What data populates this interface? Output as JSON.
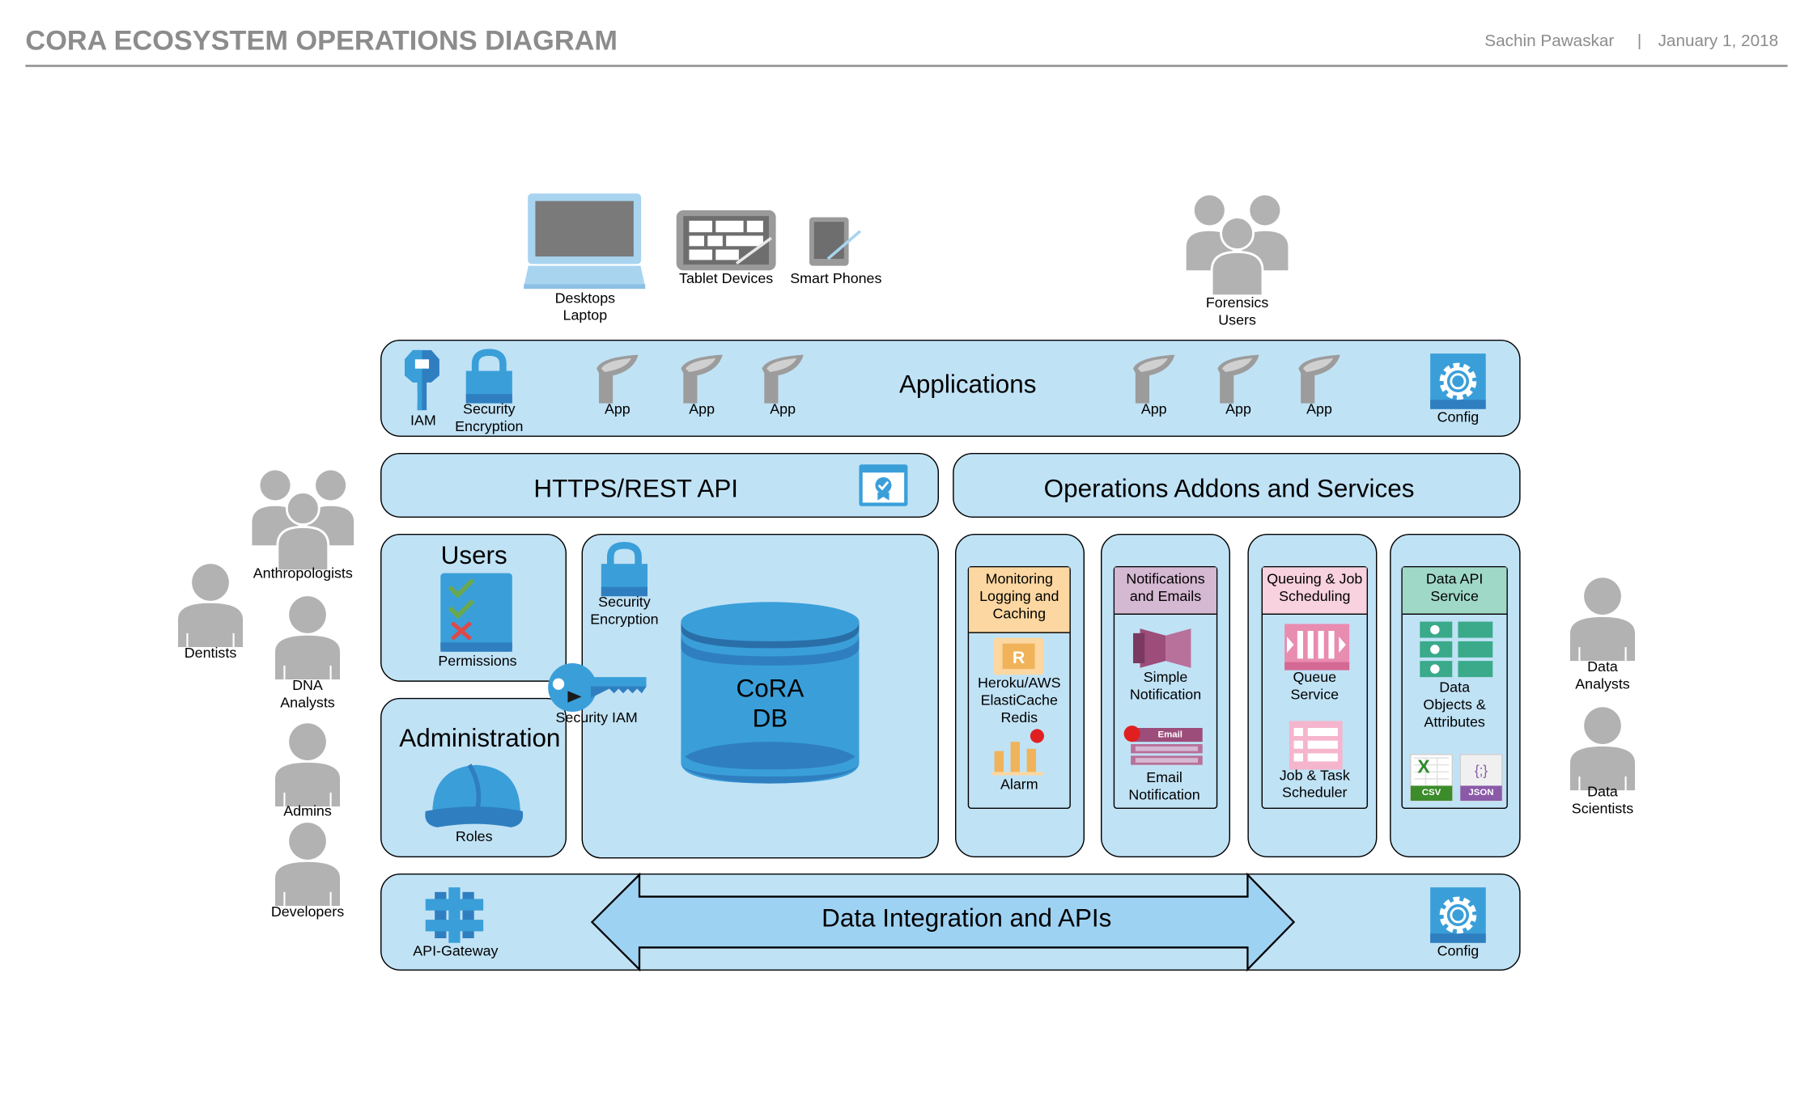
{
  "header": {
    "title": "CORA ECOSYSTEM OPERATIONS DIAGRAM",
    "author": "Sachin Pawaskar",
    "separator": "|",
    "date": "January 1, 2018"
  },
  "devices": {
    "desktop_line1": "Desktops",
    "desktop_line2": "Laptop",
    "tablet": "Tablet Devices",
    "phone": "Smart Phones"
  },
  "forensics": {
    "line1": "Forensics",
    "line2": "Users"
  },
  "applications": {
    "title": "Applications",
    "iam": "IAM",
    "security_line1": "Security",
    "security_line2": "Encryption",
    "app": "App",
    "config": "Config"
  },
  "https": {
    "title": "HTTPS/REST API"
  },
  "operations": {
    "title": "Operations Addons and Services"
  },
  "users_box": {
    "title": "Users",
    "permissions": "Permissions"
  },
  "admin_box": {
    "title": "Administration",
    "roles": "Roles"
  },
  "db_box": {
    "security_line1": "Security",
    "security_line2": "Encryption",
    "security_iam": "Security IAM",
    "db_line1": "CoRA",
    "db_line2": "DB"
  },
  "monitoring": {
    "h1": "Monitoring",
    "h2": "Logging and",
    "h3": "Caching",
    "b1": "Heroku/AWS",
    "b2": "ElastiCache",
    "b3": "Redis",
    "alarm": "Alarm"
  },
  "notifications": {
    "h1": "Notifications",
    "h2": "and Emails",
    "simple1": "Simple",
    "simple2": "Notification",
    "email_badge": "Email",
    "email1": "Email",
    "email2": "Notification"
  },
  "queuing": {
    "h1": "Queuing & Job",
    "h2": "Scheduling",
    "queue1": "Queue",
    "queue2": "Service",
    "job1": "Job & Task",
    "job2": "Scheduler"
  },
  "dataapi": {
    "h1": "Data API",
    "h2": "Service",
    "d1": "Data",
    "d2": "Objects &",
    "d3": "Attributes",
    "csv": "CSV",
    "json": "JSON",
    "json_glyph": "{;}"
  },
  "integration": {
    "title": "Data Integration and APIs",
    "gateway": "API-Gateway",
    "config": "Config"
  },
  "people_left": {
    "anthropologists": "Anthropologists",
    "dentists": "Dentists",
    "dna1": "DNA",
    "dna2": "Analysts",
    "admins": "Admins",
    "developers": "Developers"
  },
  "people_right": {
    "da1": "Data",
    "da2": "Analysts",
    "ds1": "Data",
    "ds2": "Scientists"
  },
  "colors": {
    "panel": "#c0e2f5",
    "aws_blue": "#3a9fd9",
    "monitoring_header": "#fcd7a1",
    "notifications_header": "#d5b8d2",
    "queuing_header": "#f8d2de",
    "dataapi_header": "#a0d8c8",
    "person_gray": "#b2b2b2",
    "title_gray": "#8c8c8c"
  }
}
